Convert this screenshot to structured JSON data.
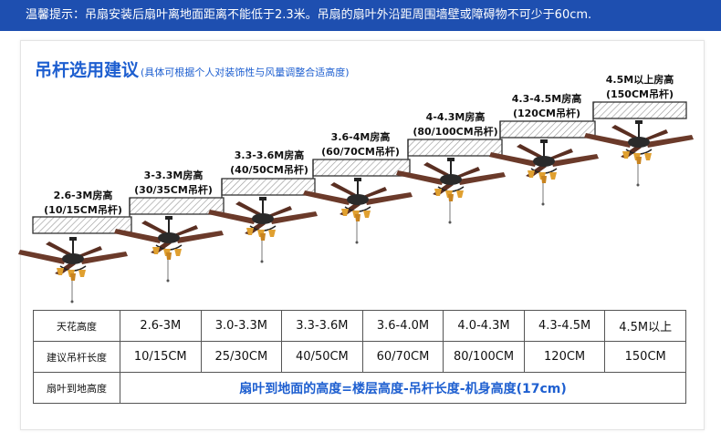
{
  "banner": {
    "text": "温馨提示：吊扇安装后扇叶离地面距离不能低于2.3米。吊扇的扇叶外沿距周围墙壁或障碍物不可少于60cm."
  },
  "section": {
    "title": "吊杆选用建议",
    "subtitle": "(具体可根据个人对装饰性与风量调整合适高度)"
  },
  "steps": [
    {
      "height": "2.6-3M房高",
      "rod": "(10/15CM吊杆)"
    },
    {
      "height": "3-3.3M房高",
      "rod": "(30/35CM吊杆)"
    },
    {
      "height": "3.3-3.6M房高",
      "rod": "(40/50CM吊杆)"
    },
    {
      "height": "3.6-4M房高",
      "rod": "(60/70CM吊杆)"
    },
    {
      "height": "4-4.3M房高",
      "rod": "(80/100CM吊杆)"
    },
    {
      "height": "4.3-4.5M房高",
      "rod": "(120CM吊杆)"
    },
    {
      "height": "4.5M以上房高",
      "rod": "(150CM吊杆)"
    }
  ],
  "table": {
    "row1_label": "天花高度",
    "row1": [
      "2.6-3M",
      "3.0-3.3M",
      "3.3-3.6M",
      "3.6-4.0M",
      "4.0-4.3M",
      "4.3-4.5M",
      "4.5M以上"
    ],
    "row2_label": "建议吊杆长度",
    "row2": [
      "10/15CM",
      "25/30CM",
      "40/50CM",
      "60/70CM",
      "80/100CM",
      "120CM",
      "150CM"
    ],
    "row3_label": "扇叶到地高度",
    "formula": "扇叶到地面的高度=楼层高度-吊杆长度-机身高度(17cm)"
  },
  "colors": {
    "banner": "#1e4fb0",
    "title": "#1e5fd0",
    "blade": "#6b3a2a",
    "lamp": "#e0a030"
  },
  "icons": [
    "ceiling-fan-icon"
  ]
}
